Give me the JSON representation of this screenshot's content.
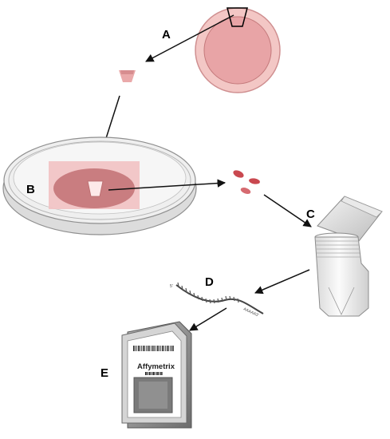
{
  "labels": {
    "a": "A",
    "b": "B",
    "c": "C",
    "d": "D",
    "e": "E"
  },
  "chip": {
    "brand": "Affymetrix"
  },
  "rna": {
    "tail": "AAAAA3'",
    "head": "5'"
  },
  "colors": {
    "tissue_pink": "#e5a3a5",
    "tissue_dark": "#c87e80",
    "arrow": "#111111",
    "dish_glass": "#e8e8e8",
    "chip_frame": "#9a9a9a"
  },
  "icons": {
    "explant_dish": "petri-dish-icon",
    "tube": "centrifuge-tube-icon",
    "rna": "rna-strand-icon",
    "chip": "microarray-chip-icon"
  }
}
